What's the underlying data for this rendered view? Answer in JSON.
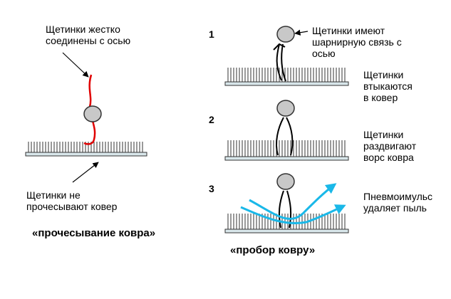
{
  "left": {
    "label_top_line1": "Щетинки жестко",
    "label_top_line2": "соединены с осью",
    "label_bottom_line1": "Щетинки не",
    "label_bottom_line2": "прочесывают ковер",
    "caption": "«прочесывание ковра»"
  },
  "right": {
    "step1": {
      "number": "1",
      "note_line1": "Щетинки имеют",
      "note_line2": "шарнирную связь с",
      "note_line3": "осью",
      "side_line1": "Щетинки",
      "side_line2": "втыкаются",
      "side_line3": "в ковер"
    },
    "step2": {
      "number": "2",
      "side_line1": "Щетинки",
      "side_line2": "раздвигают",
      "side_line3": "ворс ковра"
    },
    "step3": {
      "number": "3",
      "side_line1": "Пневмоимульс",
      "side_line2": "удаляет пыль"
    },
    "caption": "«пробор ковру»"
  },
  "colors": {
    "rigid_bristle": "#e00000",
    "air_flow": "#1ab8e8",
    "roller": "#c8c8c8",
    "base": "#d8e6ea"
  }
}
